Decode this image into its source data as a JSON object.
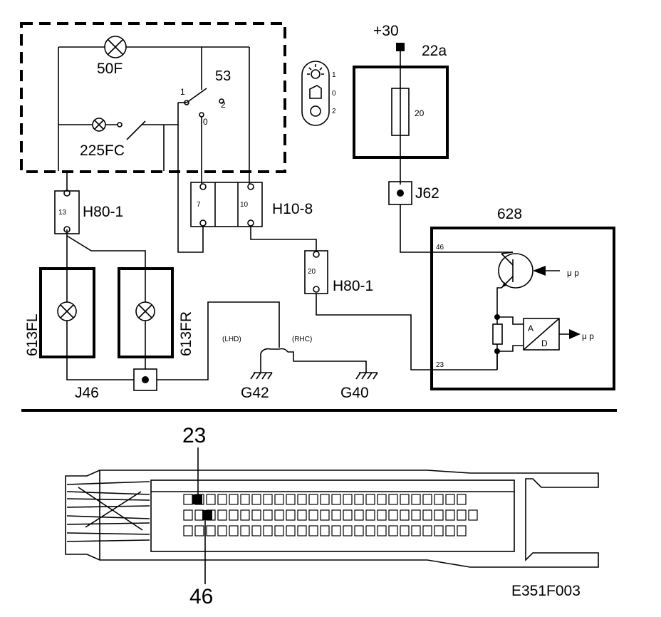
{
  "diagram": {
    "components": {
      "lamp_50f": "50F",
      "lamp_225fc": "225FC",
      "switch_53": "53",
      "switch_pos_1": "1",
      "switch_pos_2": "2",
      "switch_pos_0": "0",
      "icon_scale_1": "1",
      "icon_scale_0": "0",
      "icon_scale_2": "2",
      "supply": "+30",
      "fuse_box": "22a",
      "fuse_value": "20",
      "junction_j62": "J62",
      "connector_h80_top": "H80-1",
      "connector_h80_top_pin": "13",
      "connector_h10": "H10-8",
      "connector_h10_pin_a": "7",
      "connector_h10_pin_b": "10",
      "connector_h80_mid": "H80-1",
      "connector_h80_mid_pin": "20",
      "ecu": "628",
      "ecu_pin_46": "46",
      "ecu_pin_23": "23",
      "mu_p_1": "μ p",
      "mu_p_2": "μ p",
      "ad_a": "A",
      "ad_d": "D",
      "lamp_613fl": "613FL",
      "lamp_613fr": "613FR",
      "junction_j46": "J46",
      "lhd": "(LHD)",
      "rhd": "(RHC)",
      "ground_g42": "G42",
      "ground_g40": "G40"
    },
    "connector_view": {
      "pin_23": "23",
      "pin_46": "46"
    },
    "figure_id": "E351F003"
  }
}
